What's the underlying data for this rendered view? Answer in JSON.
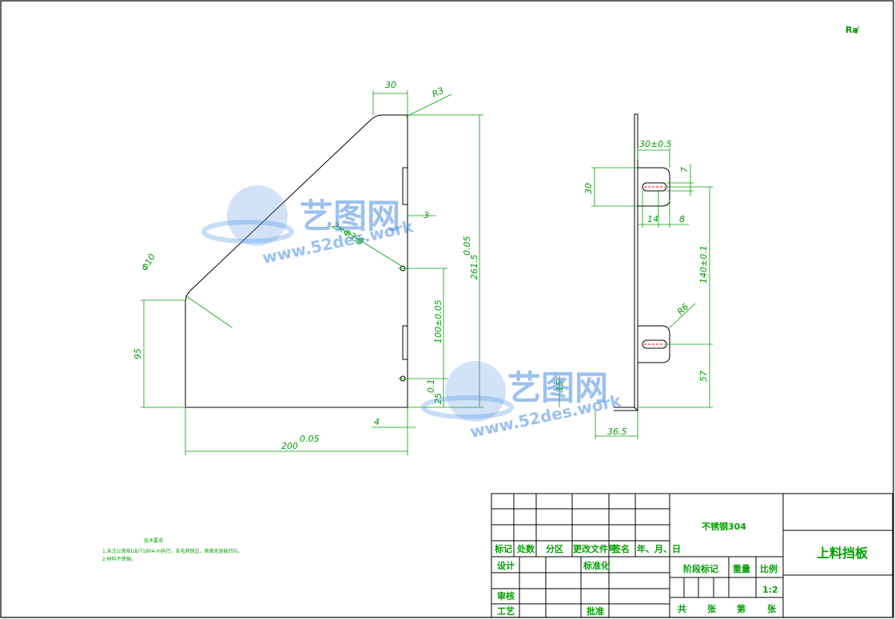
{
  "roughness_mark": "√",
  "front_view": {
    "dims": {
      "top_width": "30",
      "corner_radius": "R3",
      "chamfer_hole": "Φ10",
      "left_height": "95",
      "total_width": "200",
      "total_width_tol": "0.05",
      "hole_note": "2×Φ3通",
      "slot_depth": "3",
      "total_height": "261.5",
      "total_height_tol": "0.05",
      "hole_spacing": "100±0.05",
      "bottom_hole": "25",
      "bottom_hole_tol": "0.1",
      "thickness": "4"
    }
  },
  "side_view": {
    "dims": {
      "slot_length": "30±0.5",
      "slot_height": "30",
      "slot_width": "7",
      "slot_offset": "14",
      "slot_radius_w": "8",
      "slot_spacing": "140±0.1",
      "slot_radius": "R6",
      "bottom_offset": "57",
      "bend_height": "15",
      "flange_width": "36.5"
    }
  },
  "watermark": {
    "cn": "艺图网",
    "url": "www.52des.work"
  },
  "notes": {
    "title": "技术要求",
    "line1": "1.未注公差按GB/T1804-m执行。去毛刺锐边，表面无划痕凹坑。",
    "line2": "2.材料不锈钢。"
  },
  "title_block": {
    "headers": [
      "标记",
      "处数",
      "分区",
      "更改文件号",
      "签名",
      "年、月、日"
    ],
    "design": "设计",
    "standardize": "标准化",
    "review": "审核",
    "process": "工艺",
    "approve": "批准",
    "material": "不锈钢304",
    "stage_mark": "阶段标记",
    "weight": "重量",
    "scale_label": "比例",
    "scale_value": "1:2",
    "total": "共",
    "sheets": "张",
    "sheet_no": "第",
    "sheet": "张",
    "part_name": "上料挡板"
  }
}
